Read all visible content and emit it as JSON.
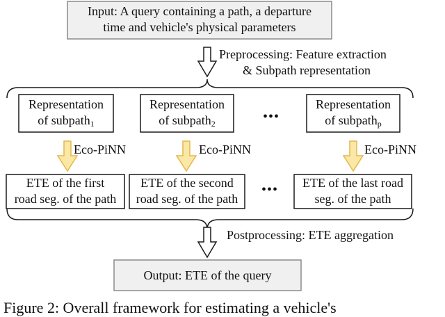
{
  "input_box": {
    "line1": "Input: A query containing a path, a departure",
    "line2": "time and vehicle's physical parameters"
  },
  "preprocessing": {
    "line1": "Preprocessing: Feature extraction",
    "line2": "& Subpath representation"
  },
  "subpaths": [
    {
      "line1": "Representation",
      "line2_text": "of subpath",
      "subscript": "1"
    },
    {
      "line1": "Representation",
      "line2_text": "of subpath",
      "subscript": "2"
    },
    {
      "line1": "Representation",
      "line2_text": "of subpath",
      "subscript": "p"
    }
  ],
  "model_label": "Eco-PiNN",
  "ete_boxes": [
    {
      "line1": "ETE of the first",
      "line2": "road seg. of the path"
    },
    {
      "line1": "ETE of the second",
      "line2": "road seg. of the path"
    },
    {
      "line1": "ETE of the last road",
      "line2": "seg. of the path"
    }
  ],
  "ellipsis": "•••",
  "postprocessing": "Postprocessing: ETE aggregation",
  "output_box": "Output: ETE of the query",
  "caption": "Figure 2: Overall framework for estimating a vehicle's",
  "colors": {
    "gray_box_fill": "#f0f0f0",
    "gray_box_stroke": "#8a8a8a",
    "box_stroke": "#1a1a1a",
    "model_arrow_fill": "#fbe7a6",
    "model_arrow_stroke": "#e3b84a"
  }
}
